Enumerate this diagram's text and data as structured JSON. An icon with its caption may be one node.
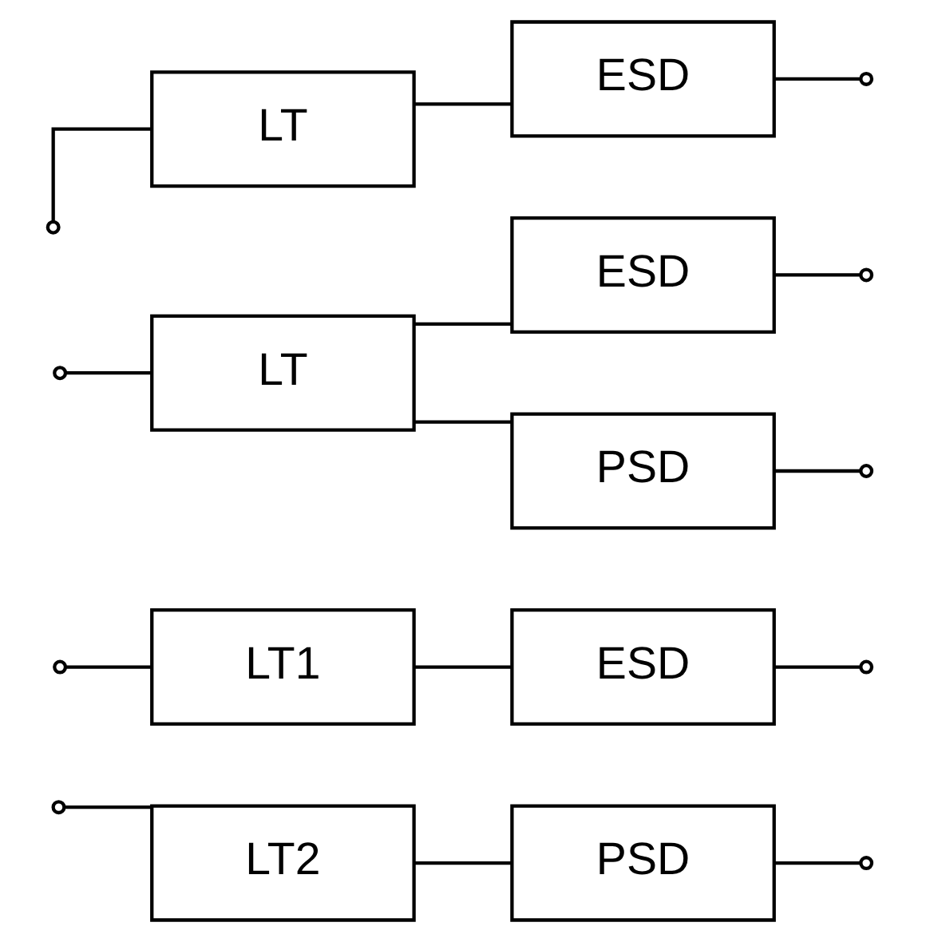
{
  "diagram": {
    "nodes": [
      {
        "text": [
          "LT"
        ]
      },
      {
        "text": [
          "ESD"
        ]
      },
      {
        "text": [
          "LT"
        ]
      },
      {
        "text": [
          "ESD"
        ]
      },
      {
        "text": [
          "PSD"
        ]
      },
      {
        "text": [
          "LT1"
        ]
      },
      {
        "text": [
          "ESD"
        ]
      },
      {
        "text": [
          "LT2"
        ]
      },
      {
        "text": [
          "PSD"
        ]
      }
    ],
    "edges": [
      {
        "from": null,
        "to": 0,
        "arrow": "other"
      },
      {
        "from": 0,
        "to": 1,
        "arrow": "none"
      },
      {
        "from": 1,
        "to": null,
        "arrow": "other"
      },
      {
        "from": null,
        "to": 2,
        "arrow": "other"
      },
      {
        "from": 2,
        "to": 3,
        "arrow": "none"
      },
      {
        "from": 2,
        "to": 4,
        "arrow": "none"
      },
      {
        "from": 3,
        "to": null,
        "arrow": "other"
      },
      {
        "from": 4,
        "to": null,
        "arrow": "other"
      },
      {
        "from": null,
        "to": 5,
        "arrow": "other"
      },
      {
        "from": null,
        "to": 7,
        "arrow": "other"
      },
      {
        "from": 5,
        "to": 6,
        "arrow": "none"
      },
      {
        "from": 7,
        "to": 8,
        "arrow": "none"
      },
      {
        "from": 6,
        "to": null,
        "arrow": "other"
      },
      {
        "from": 8,
        "to": null,
        "arrow": "other"
      }
    ]
  }
}
